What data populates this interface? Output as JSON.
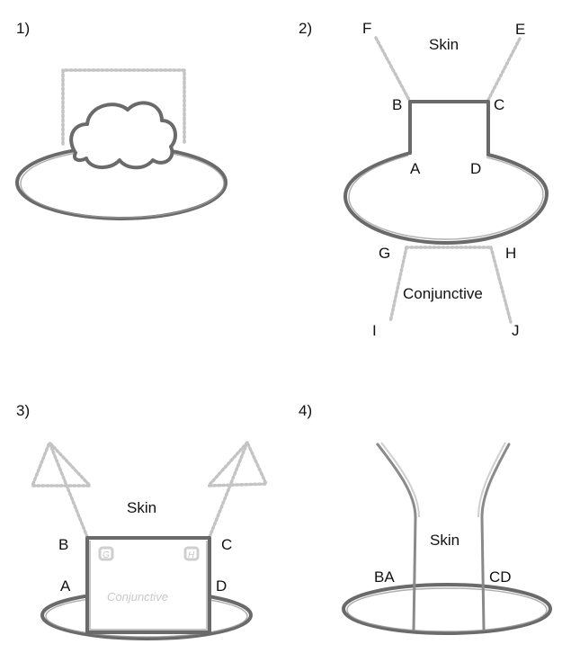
{
  "panels": {
    "p1": {
      "number": "1)"
    },
    "p2": {
      "number": "2)",
      "skin": "Skin",
      "conjunctive": "Conjunctive",
      "points": {
        "a": "A",
        "b": "B",
        "c": "C",
        "d": "D",
        "e": "E",
        "f": "F",
        "g": "G",
        "h": "H",
        "i": "I",
        "j": "J"
      }
    },
    "p3": {
      "number": "3)",
      "skin": "Skin",
      "conjunctive_faint": "Conjunctive",
      "points": {
        "a": "A",
        "b": "B",
        "c": "C",
        "d": "D",
        "g": "G",
        "h": "H"
      }
    },
    "p4": {
      "number": "4)",
      "skin": "Skin",
      "points": {
        "ba": "BA",
        "cd": "CD"
      }
    }
  },
  "colors": {
    "outline": "#6a6a6a",
    "dotted": "#c4c4c4",
    "text": "#111111"
  }
}
